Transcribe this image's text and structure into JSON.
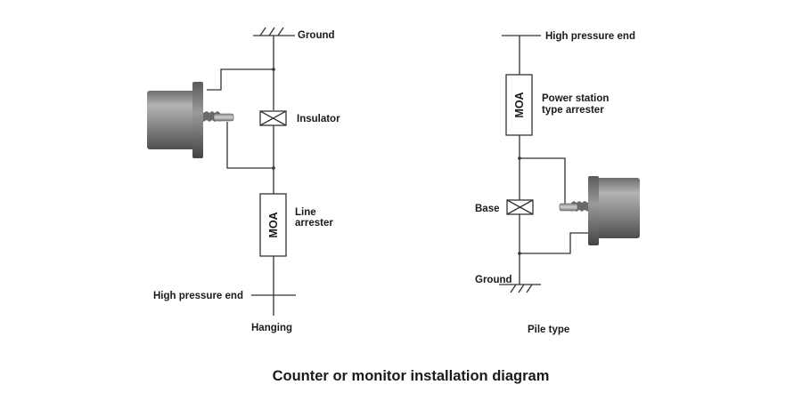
{
  "title": "Counter or monitor installation diagram",
  "hanging": {
    "caption": "Hanging",
    "ground": "Ground",
    "insulator": "Insulator",
    "moa": "MOA",
    "arrester_line1": "Line",
    "arrester_line2": "arrester",
    "hp_end": "High pressure end"
  },
  "pile": {
    "caption": "Pile type",
    "hp_end": "High pressure end",
    "moa": "MOA",
    "arrester_line1": "Power station",
    "arrester_line2": "type arrester",
    "base": "Base",
    "ground": "Ground"
  },
  "colors": {
    "wire": "#333333",
    "counter_body": "#8a8a8a",
    "counter_shadow": "#5e5e5e",
    "counter_highlight": "#b5b5b5",
    "text": "#1a1a1a"
  },
  "icons": [
    "counter-device-icon",
    "insulator-icon",
    "ground-symbol-icon",
    "moa-arrester-icon"
  ]
}
